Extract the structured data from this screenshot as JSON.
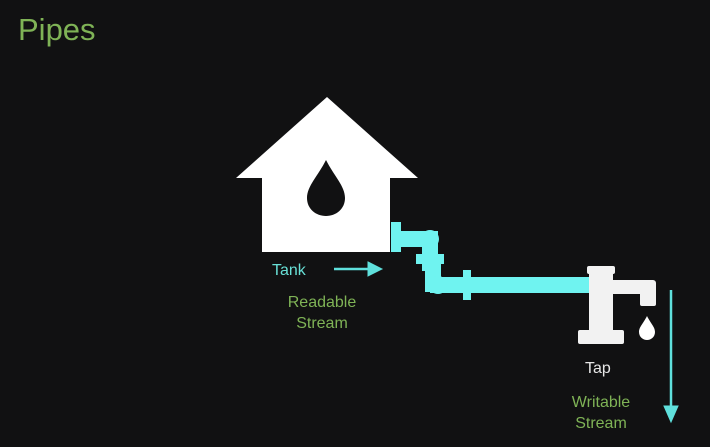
{
  "slide": {
    "title": "Pipes",
    "labels": {
      "tank": "Tank",
      "readable_line1": "Readable",
      "readable_line2": "Stream",
      "tap": "Tap",
      "writable_line1": "Writable",
      "writable_line2": "Stream"
    }
  },
  "colors": {
    "background": "#111112",
    "title": "#7fb356",
    "pipe": "#6ff3f0",
    "arrow": "#5fe0dc",
    "green_label": "#7fb356",
    "white": "#ffffff"
  },
  "icons": {
    "tank": "house-icon",
    "water": "water-drop-icon",
    "tap": "faucet-icon"
  }
}
